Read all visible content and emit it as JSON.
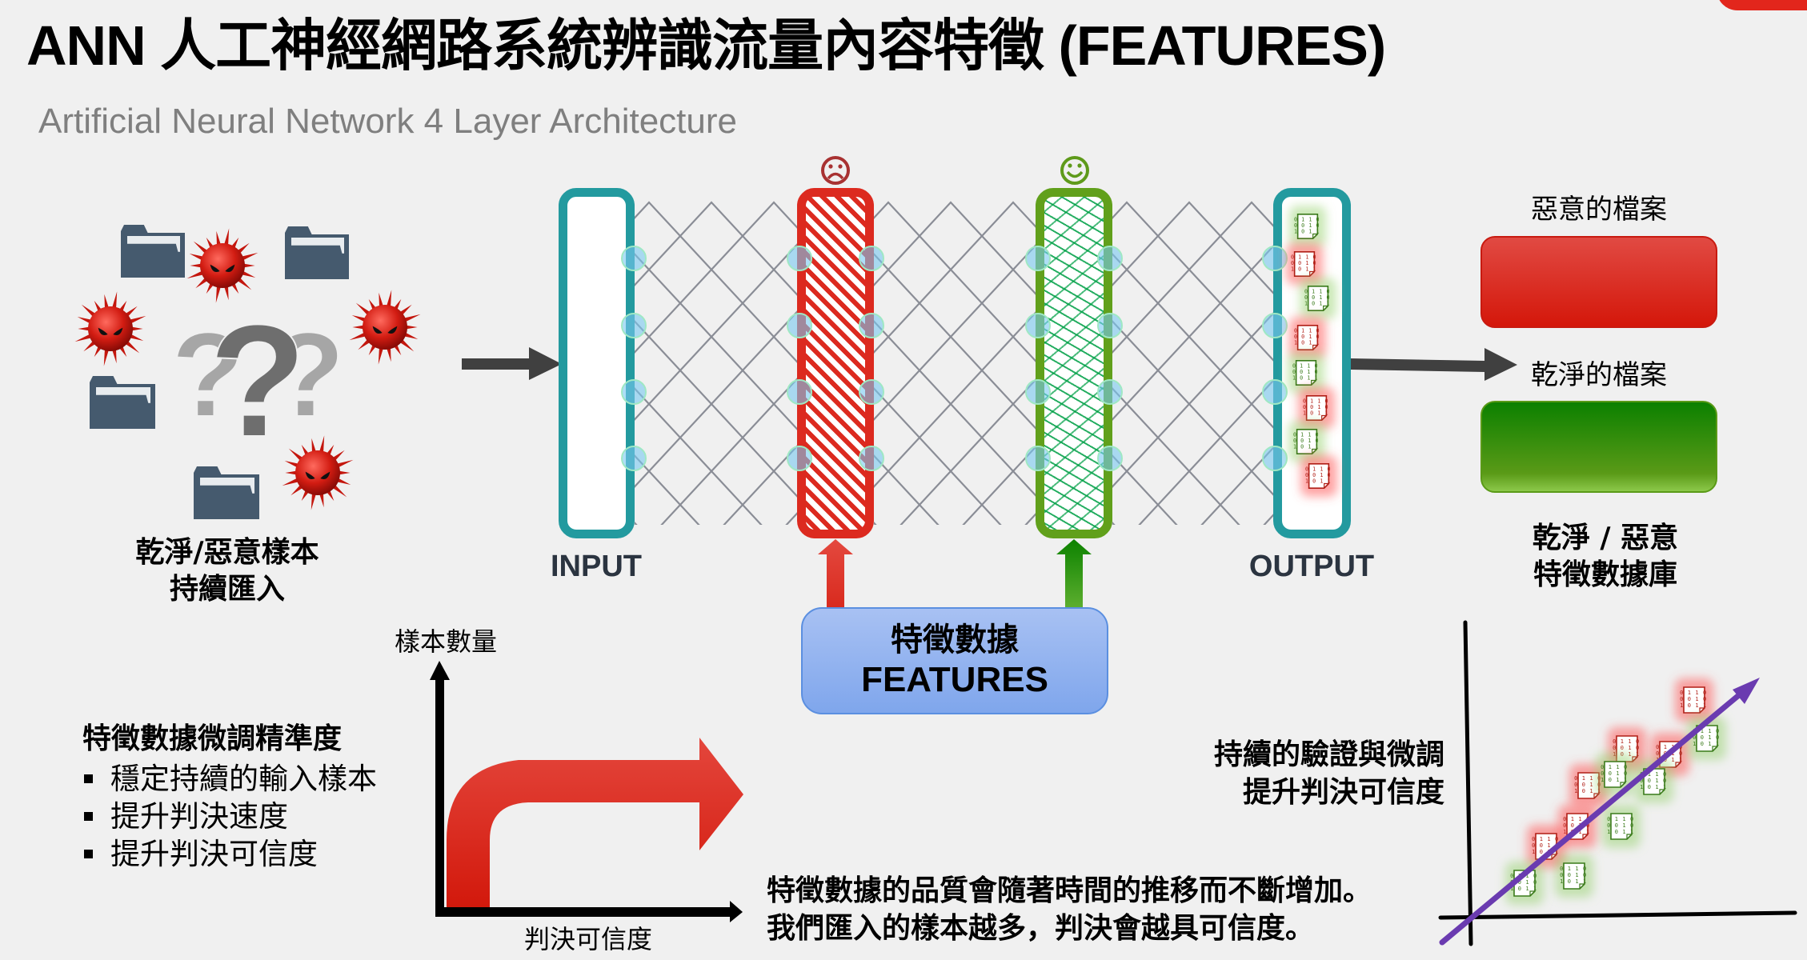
{
  "header": {
    "title": "ANN 人工神經網路系統辨識流量內容特徵 (FEATURES)",
    "subtitle": "Artificial Neural Network 4 Layer Architecture"
  },
  "input_cluster": {
    "icons": {
      "folders": 4,
      "viruses": 4,
      "question_marks": 3
    },
    "label_line1": "乾淨/惡意樣本",
    "label_line2": "持續匯入"
  },
  "network": {
    "layers": [
      {
        "id": "input",
        "label": "INPUT",
        "border_color": "#239a9f",
        "fill": "white"
      },
      {
        "id": "hidden1",
        "label": "",
        "face": "frown",
        "border_color": "#dc2a1f",
        "fill": "red-diagonal-stripes"
      },
      {
        "id": "hidden2",
        "label": "",
        "face": "smile",
        "border_color": "#61a01b",
        "fill": "green-squiggle-pattern"
      },
      {
        "id": "output",
        "label": "OUTPUT",
        "border_color": "#239a9f",
        "fill": "white"
      }
    ],
    "nodes_per_connection_side": 4,
    "output_documents": [
      "clean",
      "malicious",
      "clean",
      "malicious",
      "clean",
      "malicious",
      "clean",
      "malicious"
    ],
    "features_box": {
      "title_zh": "特徵數據",
      "title_en": "FEATURES",
      "color": "#8fb0ef"
    }
  },
  "classification": {
    "malicious": {
      "label": "惡意的檔案",
      "color": "#dc2a1f"
    },
    "clean": {
      "label": "乾淨的檔案",
      "color": "#2f8a08"
    },
    "db_label_line1": "乾淨 / 惡意",
    "db_label_line2": "特徵數據庫"
  },
  "tuning": {
    "heading": "特徵數據微調精準度",
    "bullets": [
      "穩定持續的輸入樣本",
      "提升判決速度",
      "提升判決可信度"
    ]
  },
  "growth_graph": {
    "y_label": "樣本數量",
    "x_label": "判決可信度",
    "arrow_color": "#dc2a1f"
  },
  "summary": {
    "line1": "特徵數據的品質會隨著時間的推移而不斷增加。",
    "line2": "我們匯入的樣本越多，判決會越具可信度。"
  },
  "verification": {
    "line1": "持續的驗證與微調",
    "line2": "提升判決可信度",
    "trend_color": "#6a3bb0",
    "documents": [
      {
        "type": "malicious"
      },
      {
        "type": "malicious"
      },
      {
        "type": "malicious"
      },
      {
        "type": "malicious"
      },
      {
        "type": "malicious"
      },
      {
        "type": "malicious"
      },
      {
        "type": "clean"
      },
      {
        "type": "clean"
      },
      {
        "type": "clean"
      },
      {
        "type": "clean"
      },
      {
        "type": "clean"
      },
      {
        "type": "clean"
      }
    ]
  },
  "colors": {
    "background": "#f0f0f0",
    "accent_red": "#e2261c",
    "teal": "#239a9f",
    "arrow_dark": "#404040"
  }
}
